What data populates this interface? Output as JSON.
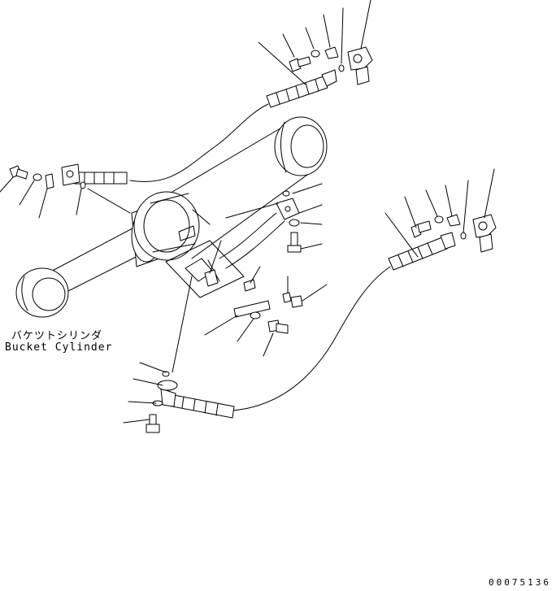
{
  "labels": {
    "part_name_jp": "バケツトシリンダ",
    "part_name_en": "Bucket Cylinder"
  },
  "drawing_code": "00075136"
}
